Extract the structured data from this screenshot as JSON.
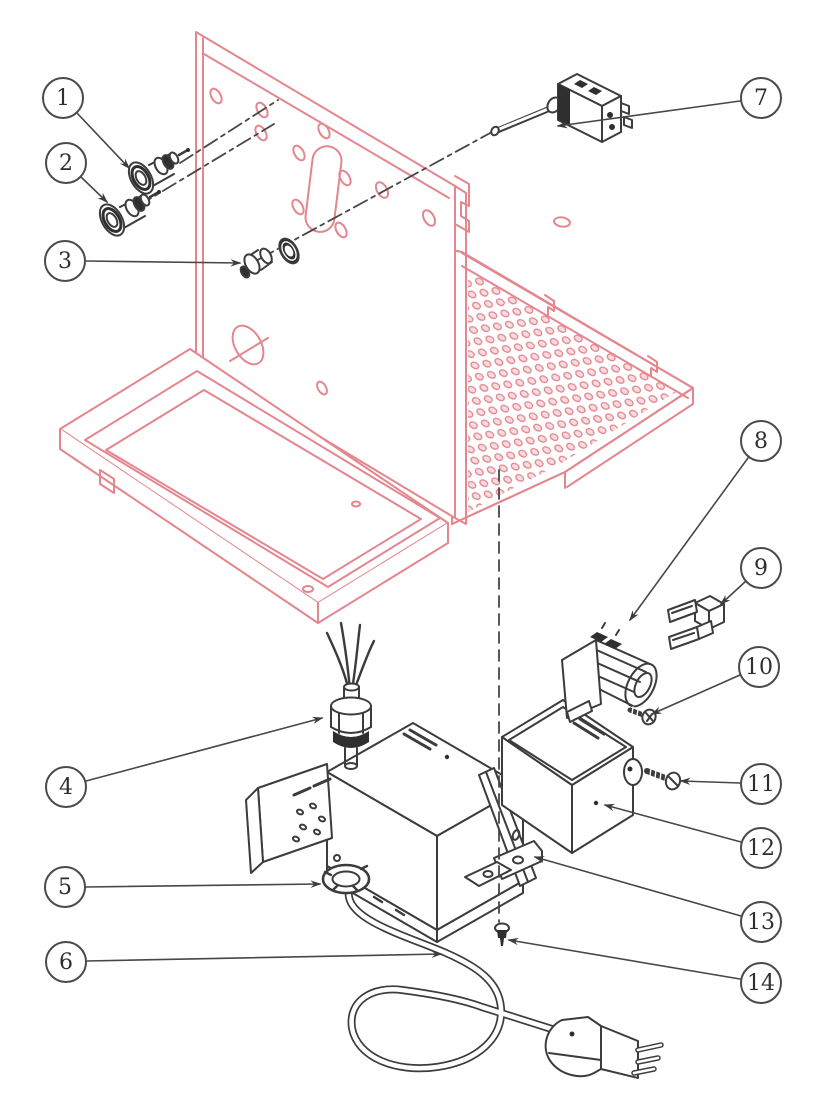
{
  "diagram": {
    "kind": "exploded-parts-diagram",
    "description": "Exploded view of an electrical control assembly: pink chassis bracket with perforated shelf, indicator lamps, toggle switch, cable gland, grommet, power cord with plug, relay, fuse terminals, screws, transformer and mounting plate",
    "callouts": [
      {
        "id": "1",
        "label": "1"
      },
      {
        "id": "2",
        "label": "2"
      },
      {
        "id": "3",
        "label": "3"
      },
      {
        "id": "4",
        "label": "4"
      },
      {
        "id": "5",
        "label": "5"
      },
      {
        "id": "6",
        "label": "6"
      },
      {
        "id": "7",
        "label": "7"
      },
      {
        "id": "8",
        "label": "8"
      },
      {
        "id": "9",
        "label": "9"
      },
      {
        "id": "10",
        "label": "10"
      },
      {
        "id": "11",
        "label": "11"
      },
      {
        "id": "12",
        "label": "12"
      },
      {
        "id": "13",
        "label": "13"
      },
      {
        "id": "14",
        "label": "14"
      }
    ],
    "colors": {
      "background": "#ffffff",
      "chassis": "#e3868e",
      "perforation_fill": "#f7dbde",
      "component": "#3c3c3c",
      "component_dark_fill": "#2f2f2f",
      "leader": "#474747",
      "balloon_border": "#4a4a4a",
      "balloon_text": "#2e2e2e"
    }
  }
}
